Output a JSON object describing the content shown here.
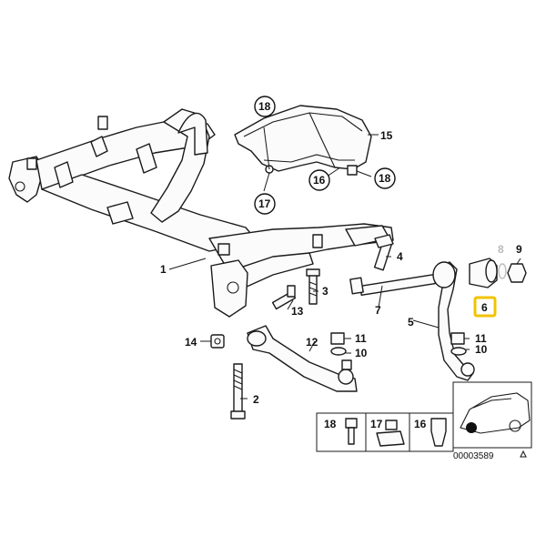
{
  "diagram": {
    "labels": {
      "l1": "1",
      "l2": "2",
      "l3": "3",
      "l4": "4",
      "l5": "5",
      "l6": "6",
      "l7": "7",
      "l8": "8",
      "l9": "9",
      "l10a": "10",
      "l10b": "10",
      "l11a": "11",
      "l11b": "11",
      "l12": "12",
      "l13": "13",
      "l14": "14",
      "l15": "15",
      "l16": "16",
      "l17": "17",
      "l18a": "18",
      "l18b": "18"
    },
    "legend": {
      "item18": "18",
      "item17": "17",
      "item16": "16"
    },
    "doc_number": "00003589",
    "highlight_color": "#f2c300"
  }
}
